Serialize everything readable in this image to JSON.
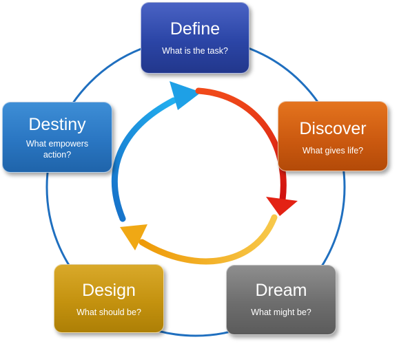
{
  "stages": {
    "define": {
      "title": "Define",
      "question": "What is the task?",
      "color": "#2b45a6"
    },
    "discover": {
      "title": "Discover",
      "question": "What gives life?",
      "color": "#cc5a10"
    },
    "dream": {
      "title": "Dream",
      "question": "What might be?",
      "color": "#6d6d6d"
    },
    "design": {
      "title": "Design",
      "question": "What should be?",
      "color": "#c4920f"
    },
    "destiny": {
      "title": "Destiny",
      "question": "What empowers action?",
      "color": "#2a76c2"
    }
  },
  "ring_color": "#1f6fbf",
  "arrows": [
    {
      "name": "blue-arrow",
      "color": "#1ea0e6"
    },
    {
      "name": "red-arrow",
      "color": "#e32214"
    },
    {
      "name": "orange-arrow",
      "color": "#f0a814"
    }
  ]
}
